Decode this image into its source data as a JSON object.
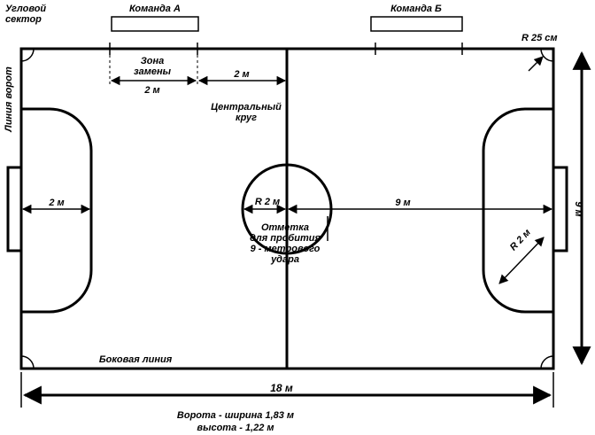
{
  "labels": {
    "corner_sector": [
      "Угловой",
      "сектор"
    ],
    "team_a": "Команда А",
    "team_b": "Команда Б",
    "corner_radius": "R 25 см",
    "substitution_zone": [
      "Зона",
      "замены"
    ],
    "dist_2m_top_left": "2 м",
    "dist_2m_top_right": "2 м",
    "center_circle": [
      "Центральный",
      "круг"
    ],
    "goal_line": "Линия ворот",
    "penalty_area_2m": "2 м",
    "center_radius": "R 2 м",
    "nine_m": "9 м",
    "penalty_mark": [
      "Отметка",
      "для пробития",
      "9 - метрового",
      "удара"
    ],
    "penalty_radius": "R 2 м",
    "width_9m": "9 м",
    "touch_line": "Боковая линия",
    "length_18m": "18 м",
    "goal_size": [
      "Ворота - ширина 1,83 м",
      "высота - 1,22 м"
    ]
  }
}
